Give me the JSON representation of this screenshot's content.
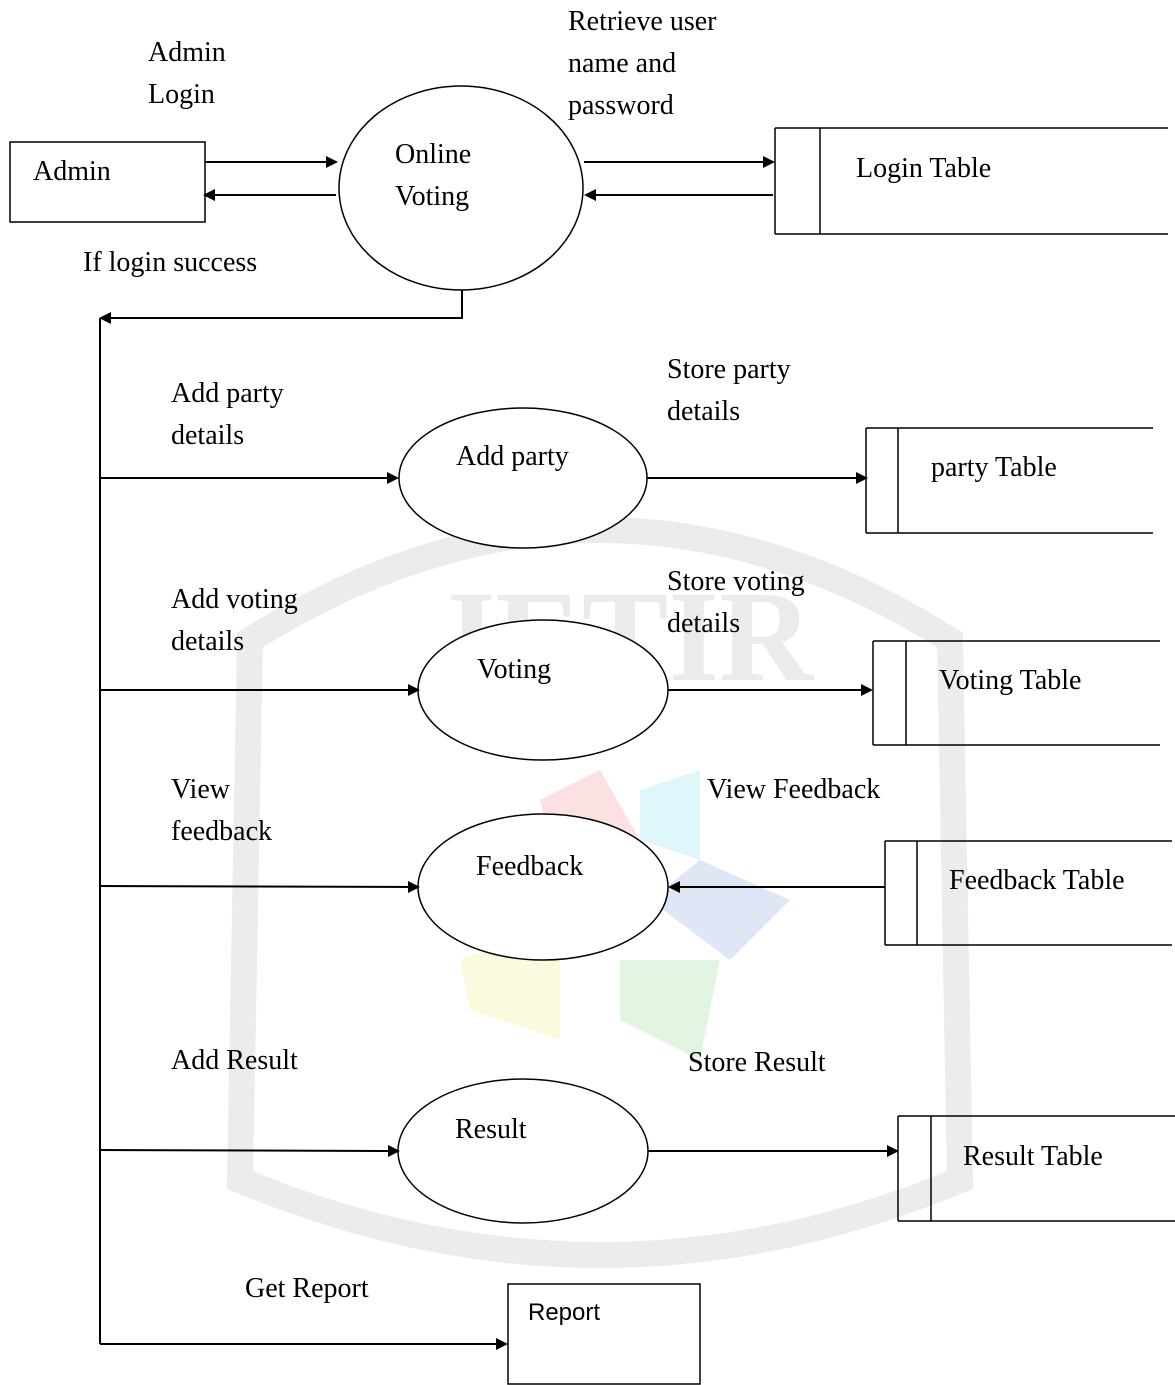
{
  "entities": {
    "admin": "Admin",
    "report": "Report"
  },
  "processes": {
    "online_voting": "Online\nVoting",
    "add_party": "Add party",
    "voting": "Voting",
    "feedback": "Feedback",
    "result": "Result"
  },
  "stores": {
    "login_table": "Login Table",
    "party_table": "party Table",
    "voting_table": "Voting Table",
    "feedback_table": "Feedback Table",
    "result_table": "Result Table"
  },
  "flows": {
    "admin_login": "Admin\nLogin",
    "retrieve_credentials": "Retrieve user\nname and\npassword",
    "if_login_success": "If login success",
    "add_party_details": "Add party\ndetails",
    "store_party_details": "Store party\ndetails",
    "add_voting_details": "Add voting\ndetails",
    "store_voting_details": "Store voting\ndetails",
    "view_feedback_left": "View\nfeedback",
    "view_feedback_right": "View Feedback",
    "add_result": "Add Result",
    "store_result": "Store Result",
    "get_report": "Get Report"
  },
  "watermark": {
    "text": "JETIR",
    "colors": [
      "#f4a3a3",
      "#9fe3ef",
      "#9fb8e8",
      "#f3ec9b",
      "#a8dfa8",
      "#d9d9d9"
    ]
  }
}
